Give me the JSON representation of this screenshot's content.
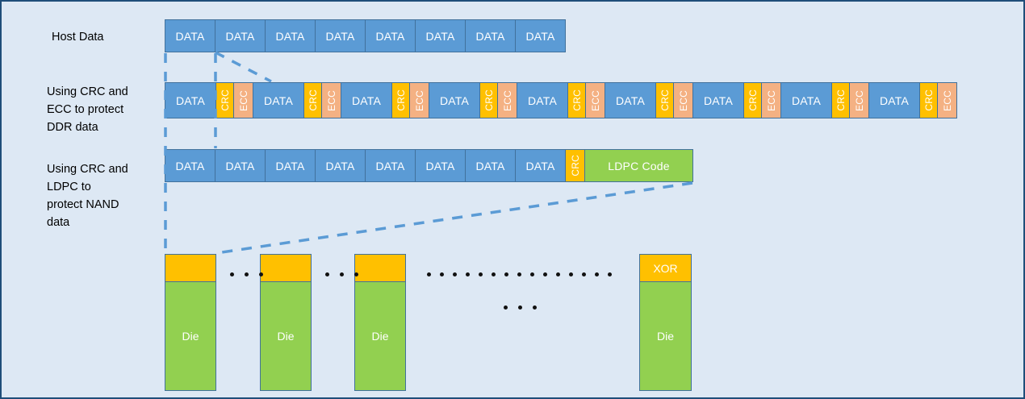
{
  "diagram": {
    "title": "Data protection layers across host, DDR and NAND",
    "background_color": "#dde8f4",
    "border_color": "#1f4e79",
    "colors": {
      "data_block": "#5B9BD5",
      "crc_block": "#FFC000",
      "ecc_block": "#F4B183",
      "ldpc_block": "#92D050",
      "die_block": "#92D050",
      "xor_block": "#FFC000",
      "block_border": "#41719C",
      "connector": "#5B9BD5"
    }
  },
  "rows": [
    {
      "id": "host-data",
      "label": "Host Data",
      "blocks": [
        {
          "type": "data",
          "text": "DATA"
        },
        {
          "type": "data",
          "text": "DATA"
        },
        {
          "type": "data",
          "text": "DATA"
        },
        {
          "type": "data",
          "text": "DATA"
        },
        {
          "type": "data",
          "text": "DATA"
        },
        {
          "type": "data",
          "text": "DATA"
        },
        {
          "type": "data",
          "text": "DATA"
        },
        {
          "type": "data",
          "text": "DATA"
        }
      ]
    },
    {
      "id": "ddr-protect",
      "label": "Using CRC and\nECC to protect\nDDR data",
      "blocks": [
        {
          "type": "data",
          "text": "DATA"
        },
        {
          "type": "crc",
          "text": "CRC"
        },
        {
          "type": "ecc",
          "text": "ECC"
        },
        {
          "type": "data",
          "text": "DATA"
        },
        {
          "type": "crc",
          "text": "CRC"
        },
        {
          "type": "ecc",
          "text": "ECC"
        },
        {
          "type": "data",
          "text": "DATA"
        },
        {
          "type": "crc",
          "text": "CRC"
        },
        {
          "type": "ecc",
          "text": "ECC"
        },
        {
          "type": "data",
          "text": "DATA"
        },
        {
          "type": "crc",
          "text": "CRC"
        },
        {
          "type": "ecc",
          "text": "ECC"
        },
        {
          "type": "data",
          "text": "DATA"
        },
        {
          "type": "crc",
          "text": "CRC"
        },
        {
          "type": "ecc",
          "text": "ECC"
        },
        {
          "type": "data",
          "text": "DATA"
        },
        {
          "type": "crc",
          "text": "CRC"
        },
        {
          "type": "ecc",
          "text": "ECC"
        },
        {
          "type": "data",
          "text": "DATA"
        },
        {
          "type": "crc",
          "text": "CRC"
        },
        {
          "type": "ecc",
          "text": "ECC"
        },
        {
          "type": "data",
          "text": "DATA"
        },
        {
          "type": "crc",
          "text": "CRC"
        },
        {
          "type": "ecc",
          "text": "ECC"
        }
      ]
    },
    {
      "id": "nand-protect",
      "label": "Using CRC and\nLDPC to\nprotect NAND\ndata",
      "blocks": [
        {
          "type": "data",
          "text": "DATA"
        },
        {
          "type": "data",
          "text": "DATA"
        },
        {
          "type": "data",
          "text": "DATA"
        },
        {
          "type": "data",
          "text": "DATA"
        },
        {
          "type": "data",
          "text": "DATA"
        },
        {
          "type": "data",
          "text": "DATA"
        },
        {
          "type": "data",
          "text": "DATA"
        },
        {
          "type": "data",
          "text": "DATA"
        },
        {
          "type": "crc",
          "text": "CRC"
        },
        {
          "type": "ldpc",
          "text": "LDPC Code"
        }
      ]
    }
  ],
  "die_array": {
    "columns": [
      {
        "id": "die-1",
        "top_text": "",
        "bottom_text": "Die"
      },
      {
        "id": "die-2",
        "top_text": "",
        "bottom_text": "Die"
      },
      {
        "id": "die-3",
        "top_text": "",
        "bottom_text": "Die"
      },
      {
        "id": "die-xor",
        "top_text": "XOR",
        "bottom_text": "Die"
      }
    ],
    "ellipsis_groups": [
      {
        "id": "ellipsis-a",
        "dots": 3
      },
      {
        "id": "ellipsis-b",
        "dots": 3
      },
      {
        "id": "ellipsis-long",
        "dots": 15
      },
      {
        "id": "ellipsis-lower",
        "dots": 3
      }
    ]
  }
}
